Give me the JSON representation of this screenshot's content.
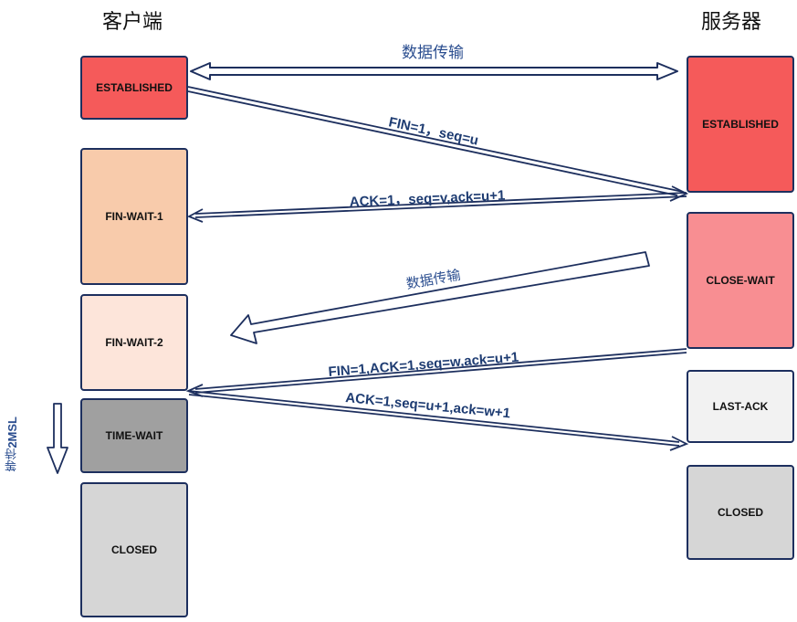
{
  "titles": {
    "client": "客户端",
    "server": "服务器"
  },
  "client_states": [
    {
      "label": "ESTABLISHED",
      "color": "#f55a5a"
    },
    {
      "label": "FIN-WAIT-1",
      "color": "#f8cbab"
    },
    {
      "label": "FIN-WAIT-2",
      "color": "#fde5da"
    },
    {
      "label": "TIME-WAIT",
      "color": "#a0a0a0"
    },
    {
      "label": "CLOSED",
      "color": "#d6d6d6"
    }
  ],
  "server_states": [
    {
      "label": "ESTABLISHED",
      "color": "#f55a5a"
    },
    {
      "label": "CLOSE-WAIT",
      "color": "#f88e92"
    },
    {
      "label": "LAST-ACK",
      "color": "#f2f2f2"
    },
    {
      "label": "CLOSED",
      "color": "#d6d6d6"
    }
  ],
  "messages": {
    "data_transfer": "数据传输",
    "fin1": "FIN=1，seq=u",
    "ack1": "ACK=1，seq=v,ack=u+1",
    "data_transfer2": "数据传输",
    "fin2": "FIN=1,ACK=1,seq=w,ack=u+1",
    "ack2": "ACK=1,seq=u+1,ack=w+1"
  },
  "wait": {
    "text": "等待",
    "duration": "2MSL"
  }
}
